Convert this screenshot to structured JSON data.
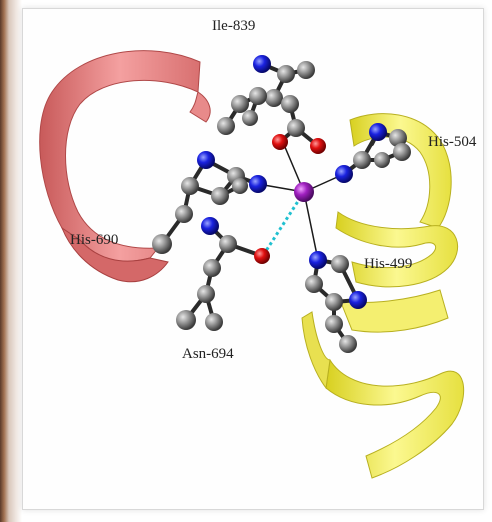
{
  "labels": {
    "ile": "Ile-839",
    "his504": "His-504",
    "his690": "His-690",
    "his499": "His-499",
    "asn": "Asn-694"
  },
  "colors": {
    "helix_left": "#f08a8a",
    "helix_right": "#f2ef5a",
    "carbon": "#8a8a8a",
    "nitrogen": "#1a22e0",
    "oxygen": "#e01010",
    "metal": "#a020c0",
    "hbond": "#20c0d0"
  }
}
